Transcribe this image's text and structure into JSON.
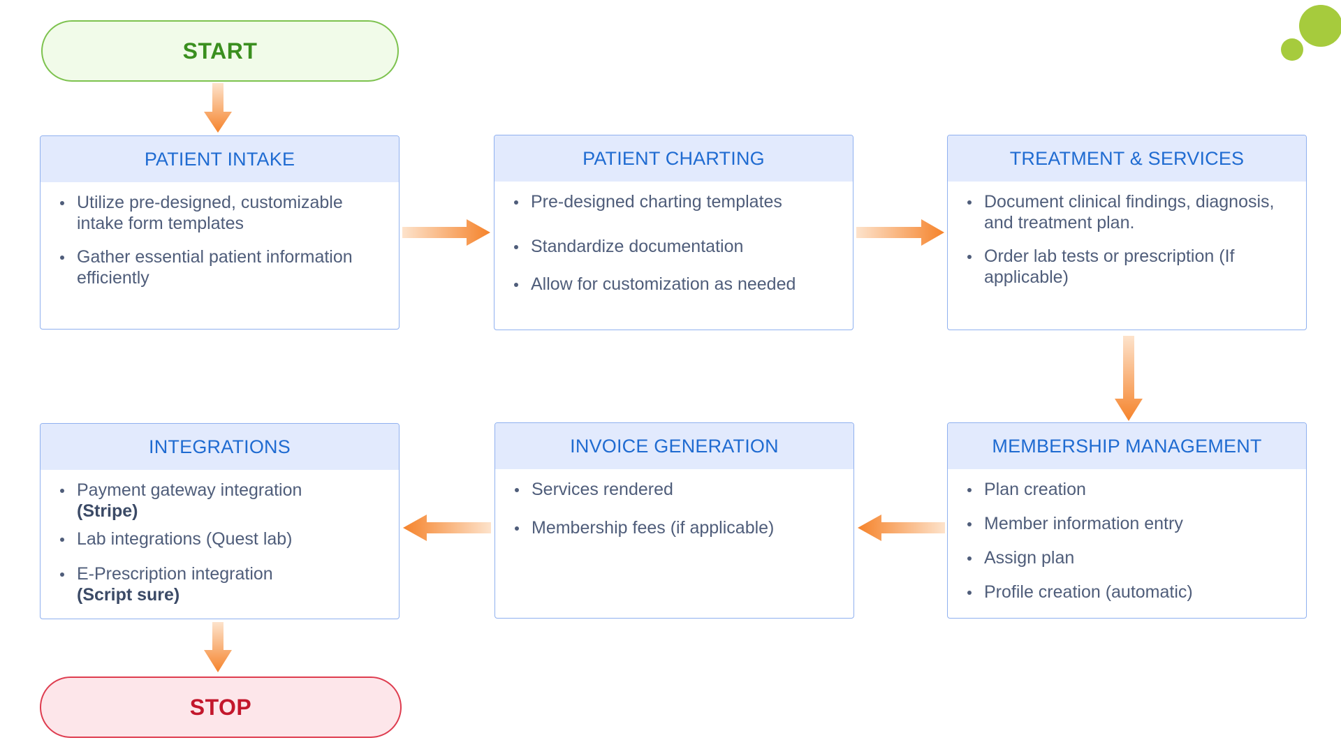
{
  "terminals": {
    "start": "START",
    "stop": "STOP"
  },
  "steps": {
    "intake": {
      "title": "PATIENT INTAKE",
      "items": [
        "Utilize pre-designed, customizable intake form templates",
        "Gather essential patient information efficiently"
      ]
    },
    "charting": {
      "title": "PATIENT CHARTING",
      "items": [
        "Pre-designed charting templates",
        "Standardize documentation",
        "Allow for customization as needed"
      ]
    },
    "treatment": {
      "title": "TREATMENT & SERVICES",
      "items": [
        "Document clinical findings, diagnosis, and treatment plan.",
        "Order lab tests or prescription (If applicable)"
      ]
    },
    "membership": {
      "title": "MEMBERSHIP MANAGEMENT",
      "items": [
        "Plan creation",
        "Member information entry",
        "Assign plan",
        "Profile creation (automatic)"
      ]
    },
    "invoice": {
      "title": "INVOICE GENERATION",
      "items": [
        "Services rendered",
        "Membership fees (if applicable)"
      ]
    },
    "integrations": {
      "title": "INTEGRATIONS",
      "items": [
        {
          "text": "Payment gateway integration",
          "bold": "(Stripe)"
        },
        {
          "text": "Lab integrations (Quest lab)"
        },
        {
          "text": "E-Prescription integration",
          "bold": "(Script sure)"
        }
      ]
    }
  },
  "colors": {
    "arrow": "#f5832b",
    "header_bg": "#e2eafd",
    "header_text": "#1f6bd1",
    "box_border": "#8fb0ef",
    "start_border": "#7dc24e",
    "stop_border": "#de3c4f",
    "decor_dot": "#a6cb3d"
  }
}
